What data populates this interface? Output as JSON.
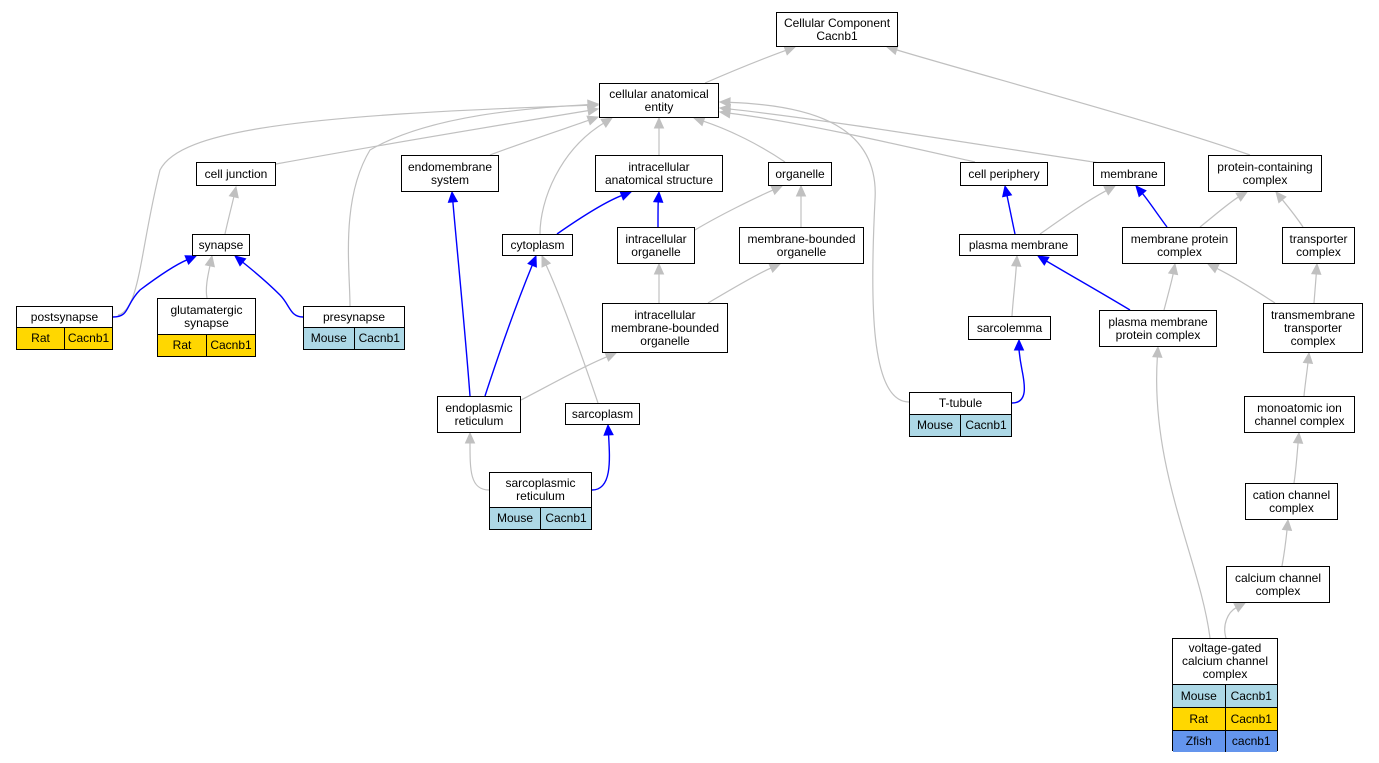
{
  "colors": {
    "gray_edge": "#c0c0c0",
    "blue_edge": "#0000ff",
    "Mouse": "#add8e6",
    "Rat": "#ffd700",
    "Zfish": "#6495ed"
  },
  "nodes": {
    "root": {
      "label": "Cellular Component\nCacnb1"
    },
    "cae": {
      "label": "cellular anatomical\nentity"
    },
    "cell_junction": {
      "label": "cell junction"
    },
    "endomembrane": {
      "label": "endomembrane\nsystem"
    },
    "ias": {
      "label": "intracellular\nanatomical structure"
    },
    "organelle": {
      "label": "organelle"
    },
    "cell_periphery": {
      "label": "cell periphery"
    },
    "membrane": {
      "label": "membrane"
    },
    "pcc": {
      "label": "protein-containing\ncomplex"
    },
    "synapse": {
      "label": "synapse"
    },
    "cytoplasm": {
      "label": "cytoplasm"
    },
    "intra_org": {
      "label": "intracellular\norganelle"
    },
    "mbo": {
      "label": "membrane-bounded\norganelle"
    },
    "plasma_membrane": {
      "label": "plasma membrane"
    },
    "mpc": {
      "label": "membrane protein\ncomplex"
    },
    "transporter": {
      "label": "transporter\ncomplex"
    },
    "postsynapse": {
      "label": "postsynapse",
      "rows": [
        [
          "Rat",
          "Cacnb1"
        ]
      ]
    },
    "glut": {
      "label": "glutamatergic\nsynapse",
      "rows": [
        [
          "Rat",
          "Cacnb1"
        ]
      ]
    },
    "presynapse": {
      "label": "presynapse",
      "rows": [
        [
          "Mouse",
          "Cacnb1"
        ]
      ]
    },
    "imbo": {
      "label": "intracellular\nmembrane-bounded\norganelle"
    },
    "sarcolemma": {
      "label": "sarcolemma"
    },
    "pmpc": {
      "label": "plasma membrane\nprotein complex"
    },
    "tmtc": {
      "label": "transmembrane\ntransporter\ncomplex"
    },
    "er": {
      "label": "endoplasmic\nreticulum"
    },
    "sarcoplasm": {
      "label": "sarcoplasm"
    },
    "ttubule": {
      "label": "T-tubule",
      "rows": [
        [
          "Mouse",
          "Cacnb1"
        ]
      ]
    },
    "monoion": {
      "label": "monoatomic ion\nchannel complex"
    },
    "sr": {
      "label": "sarcoplasmic\nreticulum",
      "rows": [
        [
          "Mouse",
          "Cacnb1"
        ]
      ]
    },
    "cation": {
      "label": "cation channel\ncomplex"
    },
    "calcium": {
      "label": "calcium channel\ncomplex"
    },
    "vgcc": {
      "label": "voltage-gated\ncalcium channel\ncomplex",
      "rows": [
        [
          "Mouse",
          "Cacnb1"
        ],
        [
          "Rat",
          "Cacnb1"
        ],
        [
          "Zfish",
          "cacnb1"
        ]
      ]
    }
  },
  "edges": [
    {
      "from": "cae",
      "to": "root",
      "color": "gray"
    },
    {
      "from": "pcc",
      "to": "root",
      "color": "gray"
    },
    {
      "from": "cell_junction",
      "to": "cae",
      "color": "gray"
    },
    {
      "from": "endomembrane",
      "to": "cae",
      "color": "gray"
    },
    {
      "from": "ias",
      "to": "cae",
      "color": "gray"
    },
    {
      "from": "organelle",
      "to": "cae",
      "color": "gray"
    },
    {
      "from": "cell_periphery",
      "to": "cae",
      "color": "gray"
    },
    {
      "from": "membrane",
      "to": "cae",
      "color": "gray"
    },
    {
      "from": "postsynapse",
      "to": "cae",
      "color": "gray"
    },
    {
      "from": "presynapse",
      "to": "cae",
      "color": "gray"
    },
    {
      "from": "cytoplasm",
      "to": "cae",
      "color": "gray"
    },
    {
      "from": "ttubule",
      "to": "cae",
      "color": "gray"
    },
    {
      "from": "synapse",
      "to": "cell_junction",
      "color": "gray"
    },
    {
      "from": "glut",
      "to": "synapse",
      "color": "gray"
    },
    {
      "from": "postsynapse",
      "to": "synapse",
      "color": "blue"
    },
    {
      "from": "presynapse",
      "to": "synapse",
      "color": "blue"
    },
    {
      "from": "cytoplasm",
      "to": "ias",
      "color": "blue"
    },
    {
      "from": "intra_org",
      "to": "ias",
      "color": "blue"
    },
    {
      "from": "intra_org",
      "to": "organelle",
      "color": "gray"
    },
    {
      "from": "mbo",
      "to": "organelle",
      "color": "gray"
    },
    {
      "from": "imbo",
      "to": "intra_org",
      "color": "gray"
    },
    {
      "from": "imbo",
      "to": "mbo",
      "color": "gray"
    },
    {
      "from": "er",
      "to": "imbo",
      "color": "gray"
    },
    {
      "from": "er",
      "to": "endomembrane",
      "color": "blue"
    },
    {
      "from": "er",
      "to": "cytoplasm",
      "color": "blue"
    },
    {
      "from": "sarcoplasm",
      "to": "cytoplasm",
      "color": "gray"
    },
    {
      "from": "sr",
      "to": "er",
      "color": "gray"
    },
    {
      "from": "sr",
      "to": "sarcoplasm",
      "color": "blue"
    },
    {
      "from": "plasma_membrane",
      "to": "cell_periphery",
      "color": "blue"
    },
    {
      "from": "plasma_membrane",
      "to": "membrane",
      "color": "gray"
    },
    {
      "from": "mpc",
      "to": "membrane",
      "color": "blue"
    },
    {
      "from": "mpc",
      "to": "pcc",
      "color": "gray"
    },
    {
      "from": "transporter",
      "to": "pcc",
      "color": "gray"
    },
    {
      "from": "sarcolemma",
      "to": "plasma_membrane",
      "color": "gray"
    },
    {
      "from": "pmpc",
      "to": "plasma_membrane",
      "color": "blue"
    },
    {
      "from": "pmpc",
      "to": "mpc",
      "color": "gray"
    },
    {
      "from": "tmtc",
      "to": "mpc",
      "color": "gray"
    },
    {
      "from": "tmtc",
      "to": "transporter",
      "color": "gray"
    },
    {
      "from": "ttubule",
      "to": "sarcolemma",
      "color": "blue"
    },
    {
      "from": "monoion",
      "to": "tmtc",
      "color": "gray"
    },
    {
      "from": "cation",
      "to": "monoion",
      "color": "gray"
    },
    {
      "from": "calcium",
      "to": "cation",
      "color": "gray"
    },
    {
      "from": "vgcc",
      "to": "calcium",
      "color": "gray"
    },
    {
      "from": "vgcc",
      "to": "pmpc",
      "color": "gray"
    }
  ]
}
